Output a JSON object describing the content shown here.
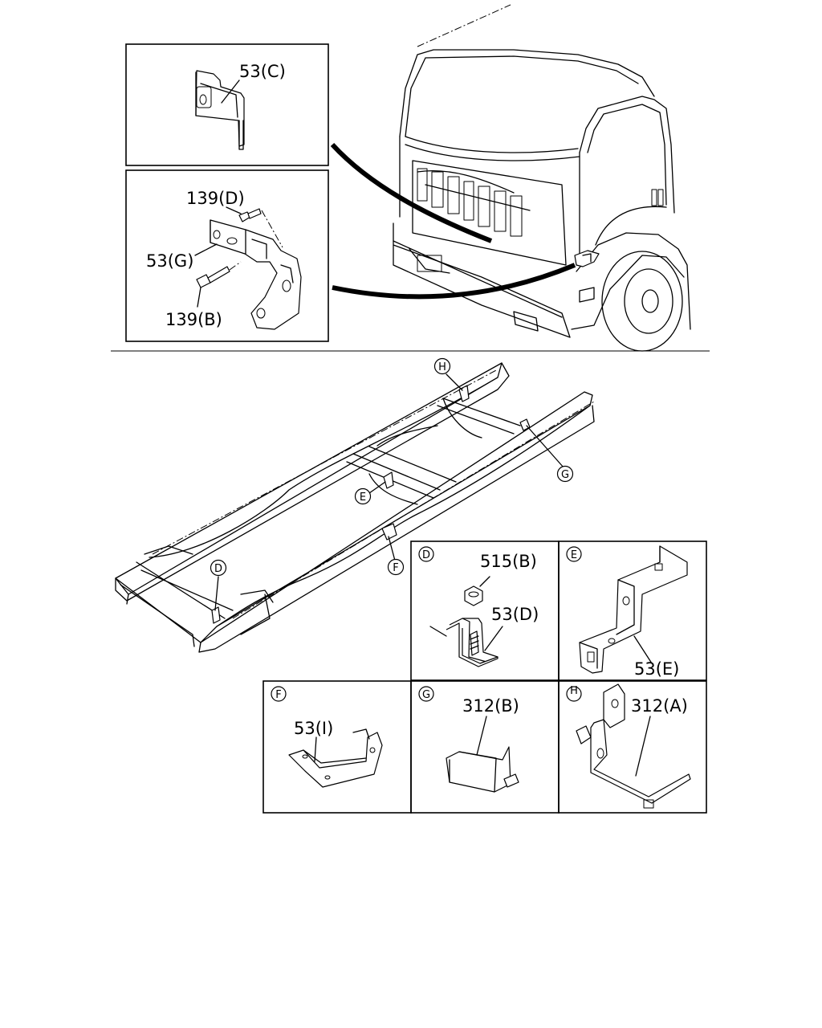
{
  "labels": {
    "p53c": "53(C)",
    "p139d": "139(D)",
    "p53g": "53(G)",
    "p139b": "139(B)",
    "p515b": "515(B)",
    "p53d": "53(D)",
    "p53e": "53(E)",
    "p53i": "53(I)",
    "p312b": "312(B)",
    "p312a": "312(A)"
  },
  "callouts": {
    "d": "D",
    "e": "E",
    "f": "F",
    "g": "G",
    "h": "H"
  }
}
